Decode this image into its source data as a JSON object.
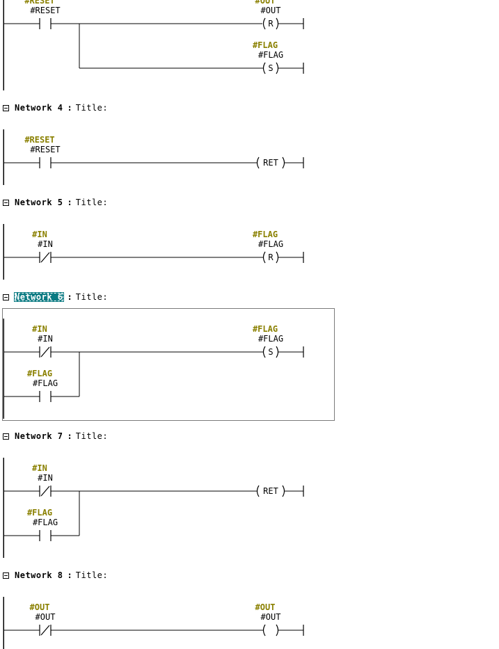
{
  "networks": [
    {
      "label": "",
      "title": "",
      "selected": false
    },
    {
      "label": "Network 4",
      "title": "Title:",
      "selected": false
    },
    {
      "label": "Network 5",
      "title": "Title:",
      "selected": false
    },
    {
      "label": "Network 6",
      "title": "Title:",
      "selected": true
    },
    {
      "label": "Network 7",
      "title": "Title:",
      "selected": false
    },
    {
      "label": "Network 8",
      "title": "Title:",
      "selected": false
    }
  ],
  "header_separator": ":",
  "colors": {
    "symbol": "#8a8000",
    "line": "#000000",
    "selection": "#0a7a82",
    "frame": "#7a7a7a"
  },
  "elements": [
    {
      "name": "contact-reset",
      "type": "contact-no",
      "symbol": "#RESET",
      "address": "#RESET"
    },
    {
      "name": "coil-reset-out",
      "type": "coil",
      "coil": "R",
      "symbol": "#OUT",
      "address": "#OUT"
    },
    {
      "name": "coil-set-flag",
      "type": "coil",
      "coil": "S",
      "symbol": "#FLAG",
      "address": "#FLAG"
    },
    {
      "name": "contact-reset",
      "type": "contact-no",
      "symbol": "#RESET",
      "address": "#RESET"
    },
    {
      "name": "coil-ret",
      "type": "coil",
      "coil": "RET"
    },
    {
      "name": "contact-in-nc",
      "type": "contact-nc",
      "symbol": "#IN",
      "address": "#IN"
    },
    {
      "name": "coil-reset-flag",
      "type": "coil",
      "coil": "R",
      "symbol": "#FLAG",
      "address": "#FLAG"
    },
    {
      "name": "contact-in-nc",
      "type": "contact-nc",
      "symbol": "#IN",
      "address": "#IN"
    },
    {
      "name": "contact-flag-no",
      "type": "contact-no",
      "symbol": "#FLAG",
      "address": "#FLAG"
    },
    {
      "name": "coil-set-flag",
      "type": "coil",
      "coil": "S",
      "symbol": "#FLAG",
      "address": "#FLAG"
    },
    {
      "name": "contact-in-nc",
      "type": "contact-nc",
      "symbol": "#IN",
      "address": "#IN"
    },
    {
      "name": "contact-flag-no",
      "type": "contact-no",
      "symbol": "#FLAG",
      "address": "#FLAG"
    },
    {
      "name": "coil-ret",
      "type": "coil",
      "coil": "RET"
    },
    {
      "name": "contact-out-nc",
      "type": "contact-nc",
      "symbol": "#OUT",
      "address": "#OUT"
    },
    {
      "name": "coil-out",
      "type": "coil",
      "coil": "",
      "symbol": "#OUT",
      "address": "#OUT"
    }
  ]
}
